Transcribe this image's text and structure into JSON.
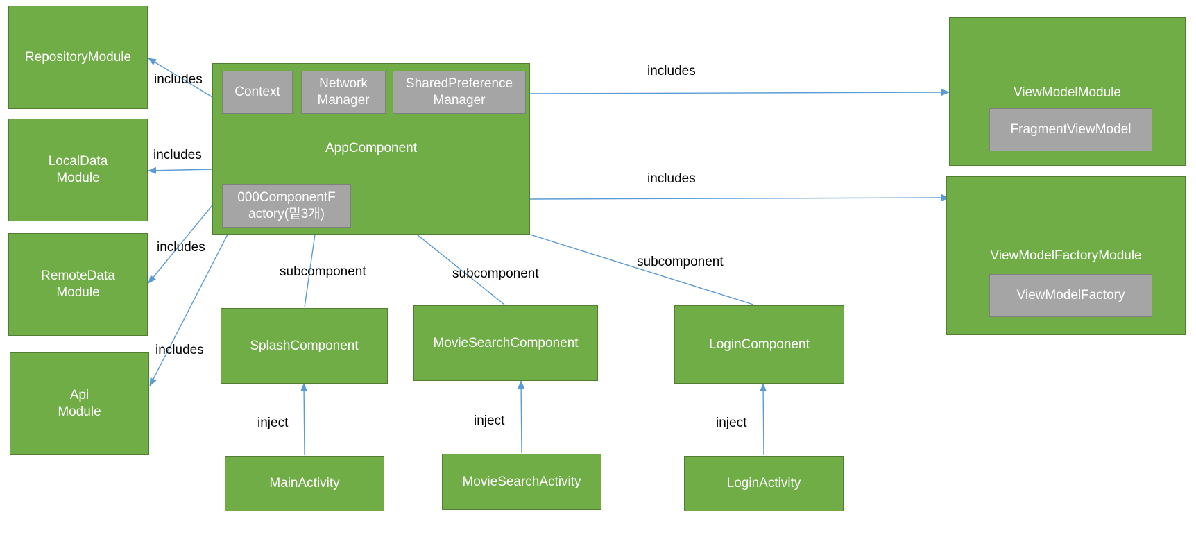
{
  "colors": {
    "module_fill": "#70ad47",
    "module_border": "#507e32",
    "inner_fill": "#a5a5a5",
    "arrow": "#5b9bd5"
  },
  "app_component": {
    "title": "AppComponent",
    "context": "Context",
    "network_manager": "Network\nManager",
    "shared_pref_manager": "SharedPreference\nManager",
    "component_factory": "000ComponentF\nactory(밑3개)"
  },
  "modules": {
    "repository": "RepositoryModule",
    "local_data": "LocalData\nModule",
    "remote_data": "RemoteData\nModule",
    "api": "Api\nModule"
  },
  "viewmodel_module": {
    "title": "ViewModelModule",
    "item": "FragmentViewModel"
  },
  "viewmodel_factory_module": {
    "title": "ViewModelFactoryModule",
    "item": "ViewModelFactory"
  },
  "components": {
    "splash": "SplashComponent",
    "movie_search": "MovieSearchComponent",
    "login": "LoginComponent"
  },
  "activities": {
    "main": "MainActivity",
    "movie_search": "MovieSearchActivity",
    "login": "LoginActivity"
  },
  "edge_labels": {
    "includes": "includes",
    "subcomponent": "subcomponent",
    "inject": "inject"
  }
}
